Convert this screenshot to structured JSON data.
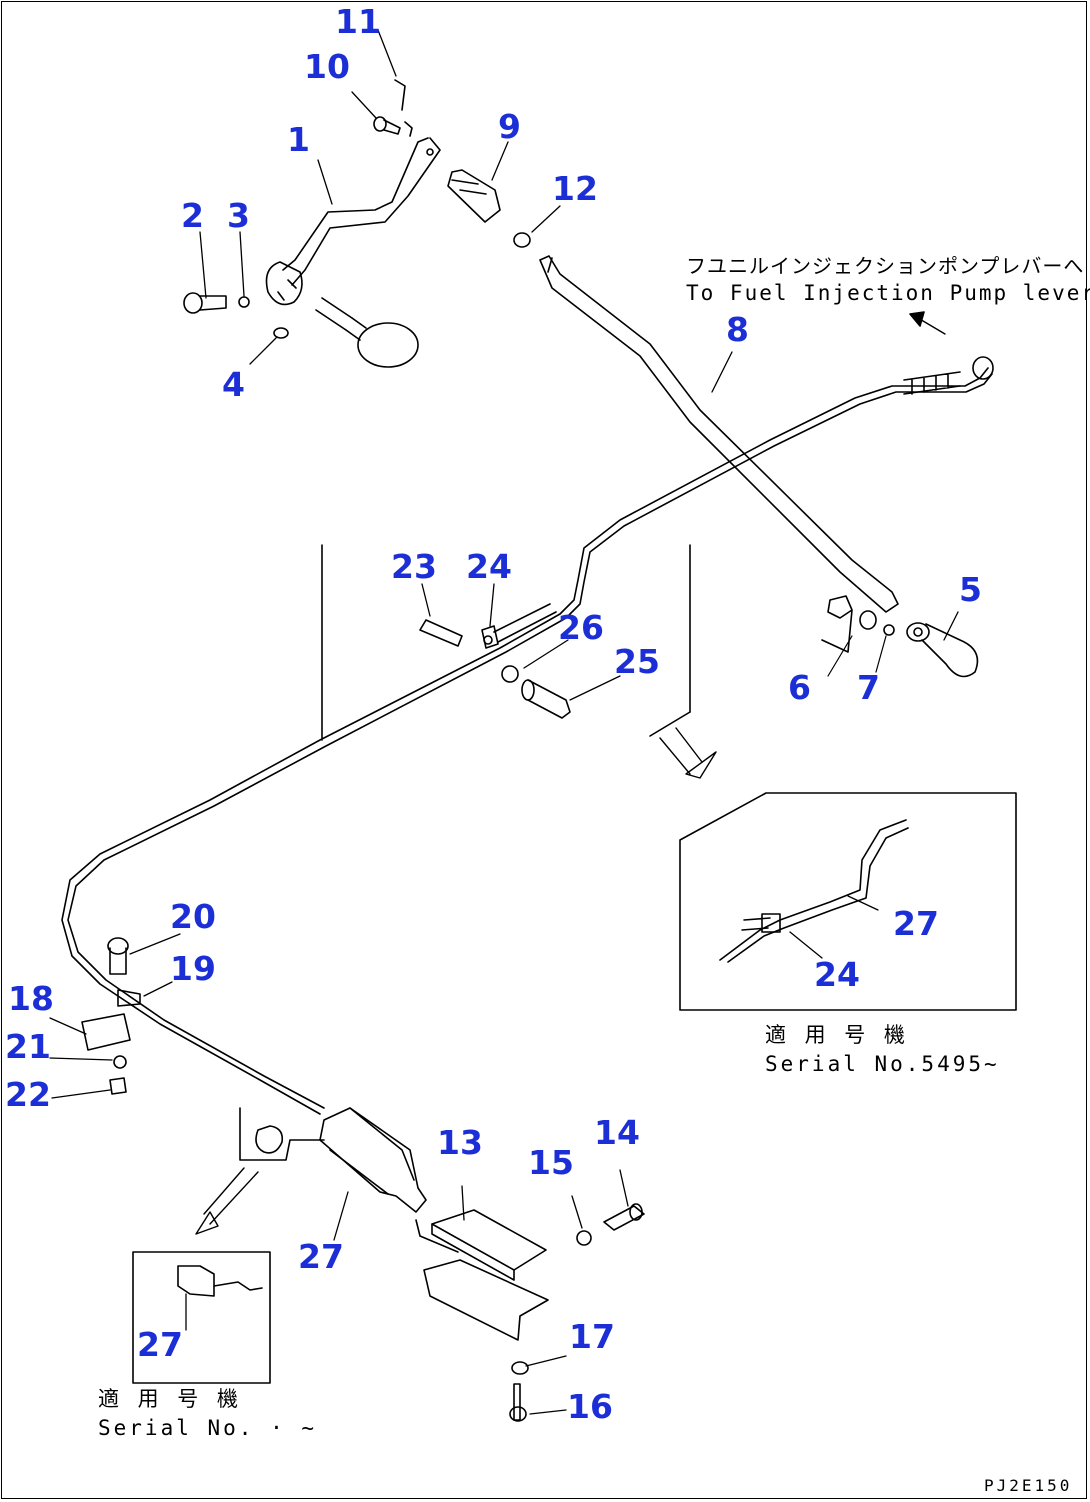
{
  "callouts": {
    "c1": "1",
    "c2": "2",
    "c3": "3",
    "c4": "4",
    "c5": "5",
    "c6": "6",
    "c7": "7",
    "c8": "8",
    "c9": "9",
    "c10": "10",
    "c11": "11",
    "c12": "12",
    "c13": "13",
    "c14": "14",
    "c15": "15",
    "c16": "16",
    "c17": "17",
    "c18": "18",
    "c19": "19",
    "c20": "20",
    "c21": "21",
    "c22": "22",
    "c23": "23",
    "c24": "24",
    "c25": "25",
    "c26": "26",
    "c27": "27",
    "d24": "24",
    "d27": "27",
    "e27": "27"
  },
  "notes": {
    "pump_jp": "フユニルインジェクションポンプレバーへ",
    "pump_en": "To Fuel Injection Pump lever",
    "detail_right_jp": "適 用 号 機",
    "detail_right_en": "Serial No.5495~",
    "detail_left_jp": "適 用 号 機",
    "detail_left_en": "Serial No.  ·  ~"
  },
  "drawing_code": "PJ2E150"
}
